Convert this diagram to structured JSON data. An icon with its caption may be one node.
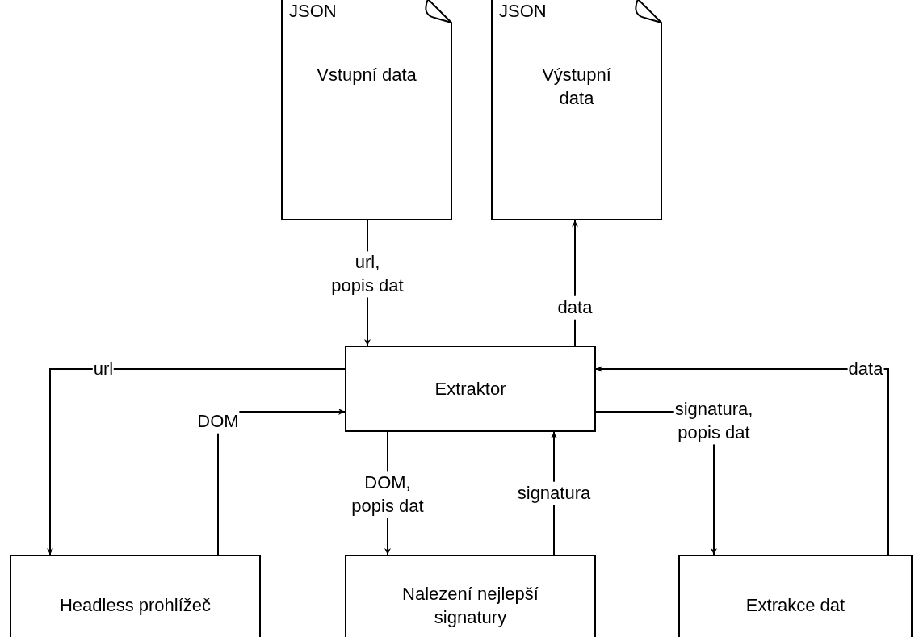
{
  "diagram": {
    "nodes": [
      {
        "text": [
          "JSON",
          "Vstupní data"
        ]
      },
      {
        "text": [
          "JSON",
          "Výstupní data"
        ]
      },
      {
        "text": [
          "Extraktor"
        ]
      },
      {
        "text": [
          "Headless prohlížeč"
        ]
      },
      {
        "text": [
          "Nalezení nejlepší signatury"
        ]
      },
      {
        "text": [
          "Extrakce dat"
        ]
      }
    ],
    "edges": [
      {
        "from": 0,
        "to": 2,
        "arrow": "to",
        "label": "url, popis dat"
      },
      {
        "from": 2,
        "to": 1,
        "arrow": "to",
        "label": "data"
      },
      {
        "from": 2,
        "to": 3,
        "arrow": "to",
        "label": "url"
      },
      {
        "from": 3,
        "to": 2,
        "arrow": "to",
        "label": "DOM"
      },
      {
        "from": 2,
        "to": 4,
        "arrow": "to",
        "label": "DOM, popis dat"
      },
      {
        "from": 4,
        "to": 2,
        "arrow": "to",
        "label": "signatura"
      },
      {
        "from": 2,
        "to": 5,
        "arrow": "to",
        "label": "signatura, popis dat"
      },
      {
        "from": 5,
        "to": 2,
        "arrow": "to",
        "label": "data"
      }
    ]
  }
}
